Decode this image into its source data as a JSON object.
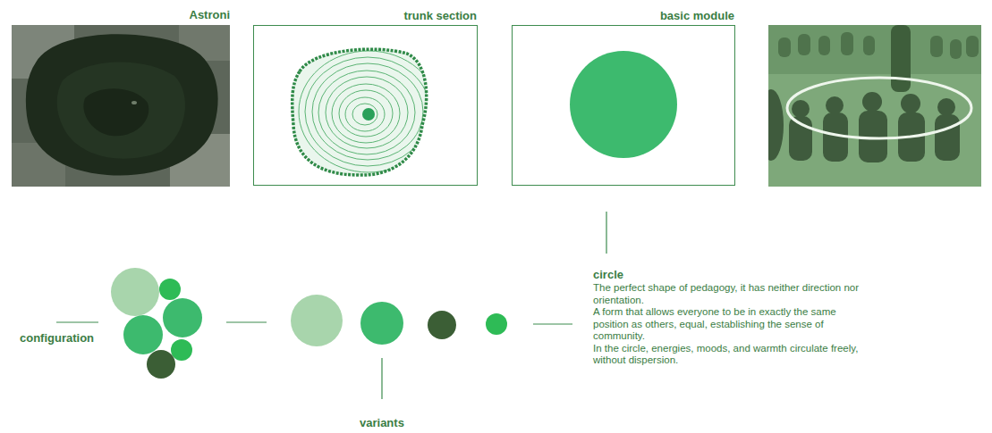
{
  "diagram": {
    "nodes": [
      {
        "text": [
          "Astroni"
        ]
      },
      {
        "text": [
          "trunk section"
        ]
      },
      {
        "text": [
          "basic module"
        ]
      }
    ],
    "labels": [
      "circle",
      "The perfect shape of pedagogy, it has neither direction nor orientation.",
      "A form that allows everyone to be in exactly the same position as others, equal, establishing the sense of community.",
      "In the circle, energies, moods, and warmth circulate freely, without dispersion.",
      "configuration",
      "variants"
    ]
  }
}
